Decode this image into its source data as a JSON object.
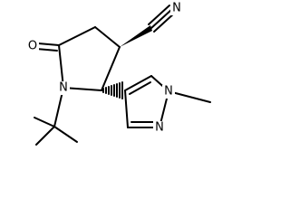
{
  "structure": {
    "atom_labels": {
      "ring_nitrogen": "N",
      "carbonyl_oxygen": "O",
      "nitrile_nitrogen": "N",
      "pyrazole_n1": "N",
      "pyrazole_n2": "N"
    }
  }
}
